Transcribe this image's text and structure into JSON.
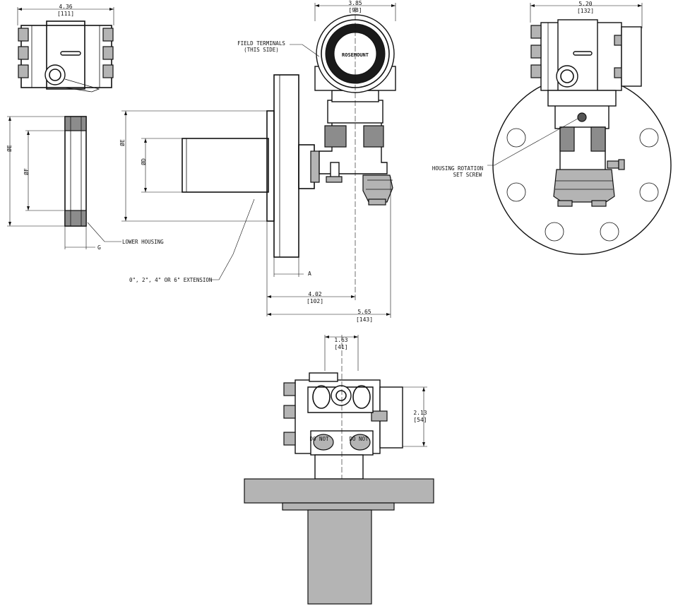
{
  "dimensions": {
    "top_left_width": "4.36",
    "top_left_width_mm": "[111]",
    "top_center_width": "3.85",
    "top_center_width_mm": "[98]",
    "top_right_width": "5.20",
    "top_right_width_mm": "[132]",
    "flange_to_center": "4.02",
    "flange_to_center_mm": "[102]",
    "overall_depth": "5.65",
    "overall_depth_mm": "[143]",
    "bottom_offset": "1.63",
    "bottom_offset_mm": "[41]",
    "bottom_height": "2.13",
    "bottom_height_mm": "[54]"
  },
  "symbols": {
    "diam_e": "ØE",
    "diam_f": "ØF",
    "diam_e2": "ØE",
    "diam_d": "ØD",
    "g": "G",
    "a": "A"
  },
  "callouts": {
    "field_terminals_1": "FIELD TERMINALS",
    "field_terminals_2": "(THIS SIDE)",
    "lower_housing": "LOWER HOUSING",
    "extension": "0\", 2\", 4\" OR 6\" EXTENSION",
    "housing_rotation_1": "HOUSING ROTATION",
    "housing_rotation_2": "SET SCREW"
  },
  "brand_mark": "ROSEMOUNT",
  "warning_labels": [
    "DO NOT",
    "DO NOT"
  ]
}
